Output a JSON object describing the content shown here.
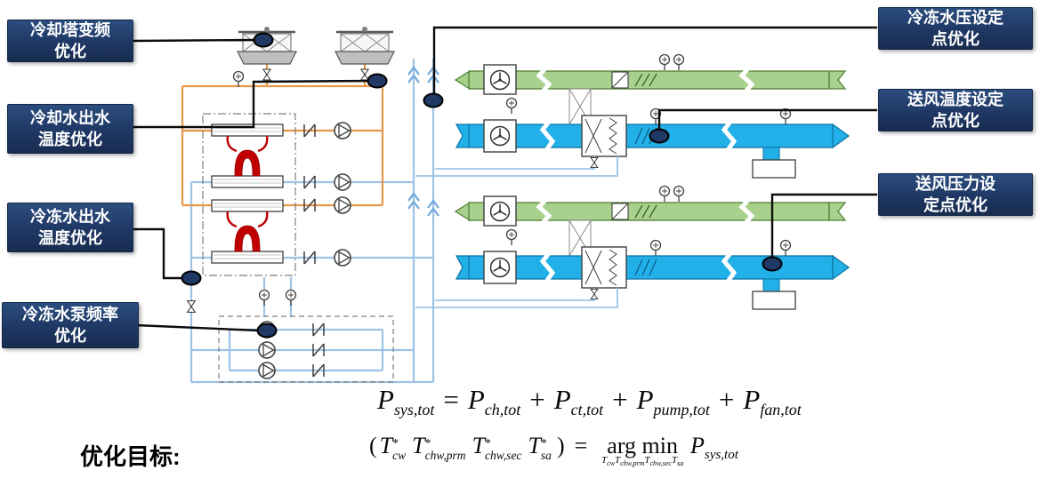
{
  "callout_labels": {
    "left": [
      {
        "line1": "冷却塔变频",
        "line2": "优化"
      },
      {
        "line1": "冷却水出水",
        "line2": "温度优化"
      },
      {
        "line1": "冷冻水出水",
        "line2": "温度优化"
      },
      {
        "line1": "冷冻水泵频率",
        "line2": "优化"
      }
    ],
    "right": [
      {
        "line1": "冷冻水压设定",
        "line2": "点优化"
      },
      {
        "line1": "送风温度设定",
        "line2": "点优化"
      },
      {
        "line1": "送风压力设",
        "line2": "定点优化"
      }
    ]
  },
  "objective": {
    "label": "优化目标:"
  },
  "equations": {
    "eq1": {
      "lhs": {
        "base": "P",
        "sub": "sys,tot"
      },
      "eq": "=",
      "plus": "+",
      "terms": [
        {
          "base": "P",
          "sub": "ch,tot"
        },
        {
          "base": "P",
          "sub": "ct,tot"
        },
        {
          "base": "P",
          "sub": "pump,tot"
        },
        {
          "base": "P",
          "sub": "fan,tot"
        }
      ]
    },
    "eq2": {
      "lparen": "(",
      "rparen": ")",
      "eq": "=",
      "vars": [
        {
          "base": "T",
          "sup": "*",
          "sub": "cw"
        },
        {
          "base": "T",
          "sup": "*",
          "sub": "chw,prm"
        },
        {
          "base": "T",
          "sup": "*",
          "sub": "chw,sec"
        },
        {
          "base": "T",
          "sup": "*",
          "sub": "sa"
        }
      ],
      "argmin": "arg min",
      "constraint": [
        {
          "base": "T",
          "sub": "cw"
        },
        {
          "base": "T",
          "sub": "chw,prm"
        },
        {
          "base": "T",
          "sub": "chw,sec"
        },
        {
          "base": "T",
          "sub": "sa"
        }
      ],
      "result": {
        "base": "P",
        "sub": "sys,tot"
      }
    }
  },
  "colors": {
    "label_box": "#1F3864",
    "label_text": "#FFFFFF",
    "marker_fill": "#1F3864",
    "condenser_water_pipe": "#E8974A",
    "chilled_water_pipe": "#9DC3E6",
    "compressor_red": "#C00000",
    "return_air_duct_fill": "#A9D18E",
    "supply_air_duct_fill": "#22B0E8"
  }
}
